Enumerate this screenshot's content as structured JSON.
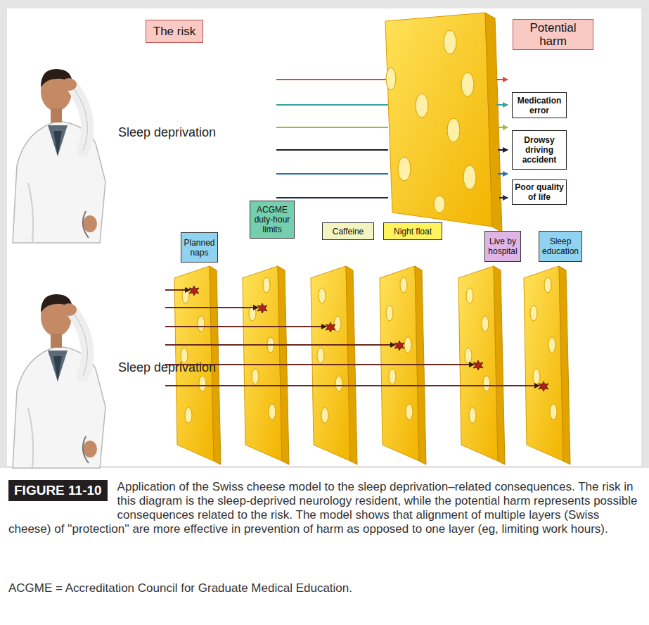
{
  "diagram": {
    "caption": "Application of the Swiss cheese model to the sleep deprivation–related consequences. The risk in this diagram is the sleep-deprived neurology resident, while the potential harm represents possible consequences related to the risk. The model shows that alignment of multiple layers (Swiss cheese) of ''protection'' are more effective in prevention of harm as opposed to one layer (eg, limiting work hours).",
    "nodes": [
      {
        "text": [
          "The risk"
        ]
      },
      {
        "text": [
          "Potential harm"
        ]
      },
      {
        "text": [
          "Medication error"
        ]
      },
      {
        "text": [
          "Drowsy driving accident"
        ]
      },
      {
        "text": [
          "Poor quality of life"
        ]
      },
      {
        "text": [
          "Planned naps"
        ]
      },
      {
        "text": [
          "ACGME duty-hour limits"
        ]
      },
      {
        "text": [
          "Caffeine"
        ]
      },
      {
        "text": [
          "Night float"
        ]
      },
      {
        "text": [
          "Live by hospital"
        ]
      },
      {
        "text": [
          "Sleep education"
        ]
      },
      {
        "text": [
          "FIGURE 11-10"
        ]
      }
    ],
    "labels": [
      "Sleep deprivation",
      "Sleep deprivation",
      "ACGME = Accreditation Council for Graduate Medical Education."
    ]
  }
}
